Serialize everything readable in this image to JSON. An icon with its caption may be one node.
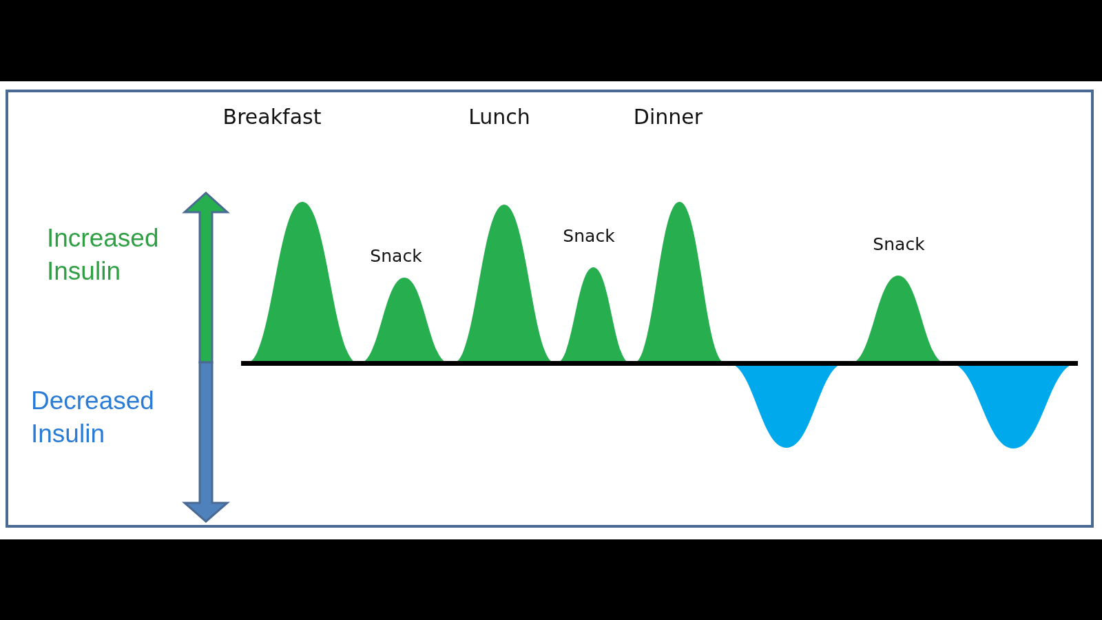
{
  "diagram": {
    "labels": [
      "Breakfast",
      "Lunch",
      "Dinner",
      "Increased Insulin",
      "Snack",
      "Snack",
      "Snack",
      "Decreased Insulin"
    ]
  }
}
